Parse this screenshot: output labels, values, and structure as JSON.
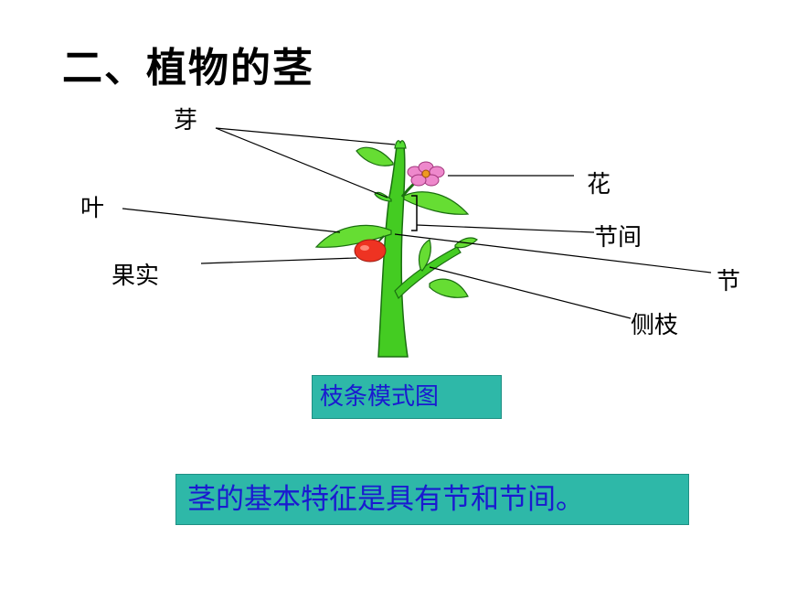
{
  "title": "二、植物的茎",
  "labels": {
    "bud": "芽",
    "flower": "花",
    "leaf": "叶",
    "internode": "节间",
    "fruit": "果实",
    "node": "节",
    "side_branch": "侧枝"
  },
  "caption": "枝条模式图",
  "summary": "茎的基本特征是具有节和节间。",
  "colors": {
    "stem": "#44cc22",
    "leaf": "#66dd33",
    "outline": "#1a6e10",
    "flower": "#ee88cc",
    "fruit": "#ee3322",
    "box_bg": "#2eb8a8",
    "box_text": "#1a1ad0"
  }
}
